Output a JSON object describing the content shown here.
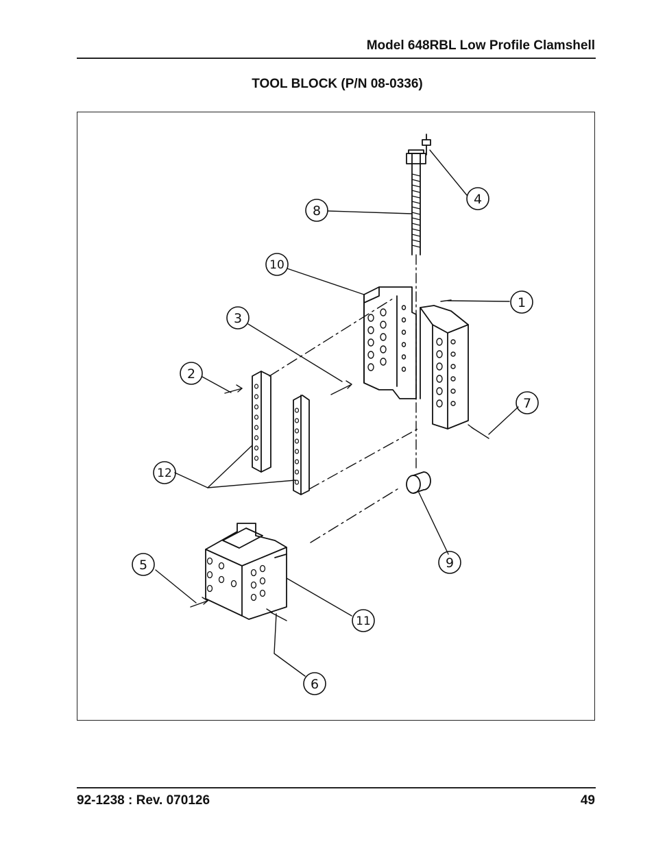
{
  "header": {
    "title": "Model 648RBL Low Profile Clamshell"
  },
  "section": {
    "title": "TOOL BLOCK (P/N 08-0336)"
  },
  "diagram": {
    "callouts": [
      "1",
      "2",
      "3",
      "4",
      "5",
      "6",
      "7",
      "8",
      "9",
      "10",
      "11",
      "12"
    ]
  },
  "footer": {
    "doc_rev": "92-1238 : Rev. 070126",
    "page_number": "49"
  }
}
